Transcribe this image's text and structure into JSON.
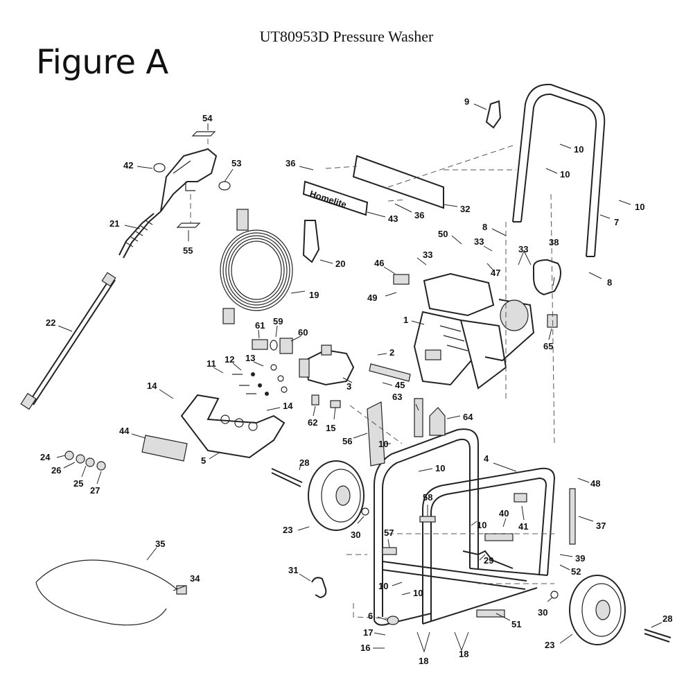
{
  "header": {
    "title": "UT80953D Pressure Washer",
    "figure_label": "Figure A"
  },
  "decal_text": "Homelite",
  "callouts": [
    "1",
    "2",
    "3",
    "4",
    "5",
    "6",
    "7",
    "8",
    "8",
    "9",
    "10",
    "10",
    "10",
    "10",
    "10",
    "10",
    "10",
    "10",
    "11",
    "12",
    "13",
    "14",
    "14",
    "15",
    "16",
    "17",
    "18",
    "18",
    "19",
    "20",
    "21",
    "22",
    "23",
    "23",
    "24",
    "25",
    "26",
    "27",
    "28",
    "28",
    "29",
    "30",
    "30",
    "31",
    "32",
    "33",
    "33",
    "33",
    "34",
    "35",
    "36",
    "36",
    "37",
    "38",
    "39",
    "40",
    "41",
    "42",
    "43",
    "44",
    "45",
    "46",
    "47",
    "48",
    "49",
    "50",
    "51",
    "52",
    "53",
    "54",
    "55",
    "56",
    "57",
    "58",
    "59",
    "60",
    "61",
    "62",
    "63",
    "64",
    "65"
  ]
}
